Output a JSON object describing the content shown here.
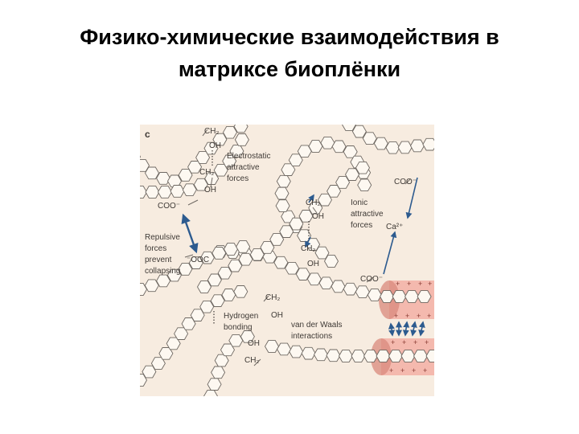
{
  "title": {
    "line1": "Физико-химические взаимодействия в",
    "line2": "матриксе биоплёнки"
  },
  "figure": {
    "panel_letter": "c",
    "colors": {
      "background": "#f7ece0",
      "chain_fill": "#fdf8f1",
      "chain_stroke": "#6e6862",
      "pink": "#f3b4a8",
      "pink_dark": "#d98a7c",
      "arrow": "#2d5b8f",
      "text": "#3f3a36"
    },
    "labels": {
      "ch2_a": "CH₂",
      "oh_a": "OH",
      "ch2_b": "CH₂",
      "oh_b": "OH",
      "electrostatic_1": "Electrostatic",
      "electrostatic_2": "attractive",
      "electrostatic_3": "forces",
      "coo_left": "COO⁻",
      "coo_right": "COO⁻",
      "ooc": "⁻OOC",
      "coo_bottom": "COO⁻",
      "repulsive_1": "Repulsive",
      "repulsive_2": "forces",
      "repulsive_3": "prevent",
      "repulsive_4": "collapsing",
      "ch2_c": "CH₂",
      "oh_c": "OH",
      "ch2_d": "CH₂",
      "oh_d": "OH",
      "ionic_1": "Ionic",
      "ionic_2": "attractive",
      "ionic_3": "forces",
      "ca": "Ca²⁺",
      "ch2_e": "CH₂",
      "oh_e": "OH",
      "oh_f": "OH",
      "ch2_f": "CH₂",
      "hydrogen_1": "Hydrogen",
      "hydrogen_2": "bonding",
      "vdw_1": "van der Waals",
      "vdw_2": "interactions"
    }
  }
}
